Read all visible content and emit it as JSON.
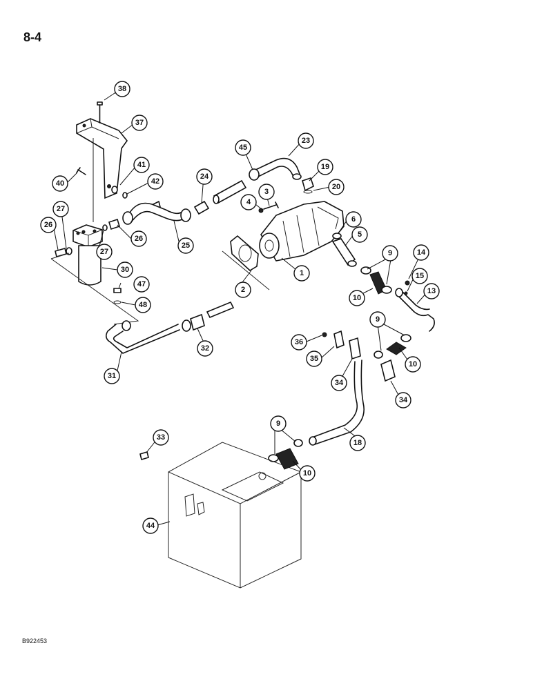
{
  "page_number": "8-4",
  "figure_code": "B922453",
  "callouts": [
    {
      "id": "c38",
      "label": "38"
    },
    {
      "id": "c37",
      "label": "37"
    },
    {
      "id": "c41",
      "label": "41"
    },
    {
      "id": "c40",
      "label": "40"
    },
    {
      "id": "c42",
      "label": "42"
    },
    {
      "id": "c27a",
      "label": "27"
    },
    {
      "id": "c26a",
      "label": "26"
    },
    {
      "id": "c27b",
      "label": "27"
    },
    {
      "id": "c26b",
      "label": "26"
    },
    {
      "id": "c25",
      "label": "25"
    },
    {
      "id": "c24",
      "label": "24"
    },
    {
      "id": "c45",
      "label": "45"
    },
    {
      "id": "c23",
      "label": "23"
    },
    {
      "id": "c19",
      "label": "19"
    },
    {
      "id": "c20",
      "label": "20"
    },
    {
      "id": "c3",
      "label": "3"
    },
    {
      "id": "c4",
      "label": "4"
    },
    {
      "id": "c6",
      "label": "6"
    },
    {
      "id": "c5",
      "label": "5"
    },
    {
      "id": "c1",
      "label": "1"
    },
    {
      "id": "c2",
      "label": "2"
    },
    {
      "id": "c30",
      "label": "30"
    },
    {
      "id": "c47",
      "label": "47"
    },
    {
      "id": "c48",
      "label": "48"
    },
    {
      "id": "c9a",
      "label": "9"
    },
    {
      "id": "c14",
      "label": "14"
    },
    {
      "id": "c15",
      "label": "15"
    },
    {
      "id": "c10a",
      "label": "10"
    },
    {
      "id": "c13",
      "label": "13"
    },
    {
      "id": "c9b",
      "label": "9"
    },
    {
      "id": "c36",
      "label": "36"
    },
    {
      "id": "c10b",
      "label": "10"
    },
    {
      "id": "c35",
      "label": "35"
    },
    {
      "id": "c32",
      "label": "32"
    },
    {
      "id": "c31",
      "label": "31"
    },
    {
      "id": "c34a",
      "label": "34"
    },
    {
      "id": "c34b",
      "label": "34"
    },
    {
      "id": "c18",
      "label": "18"
    },
    {
      "id": "c9c",
      "label": "9"
    },
    {
      "id": "c33",
      "label": "33"
    },
    {
      "id": "c10c",
      "label": "10"
    },
    {
      "id": "c44",
      "label": "44"
    }
  ]
}
